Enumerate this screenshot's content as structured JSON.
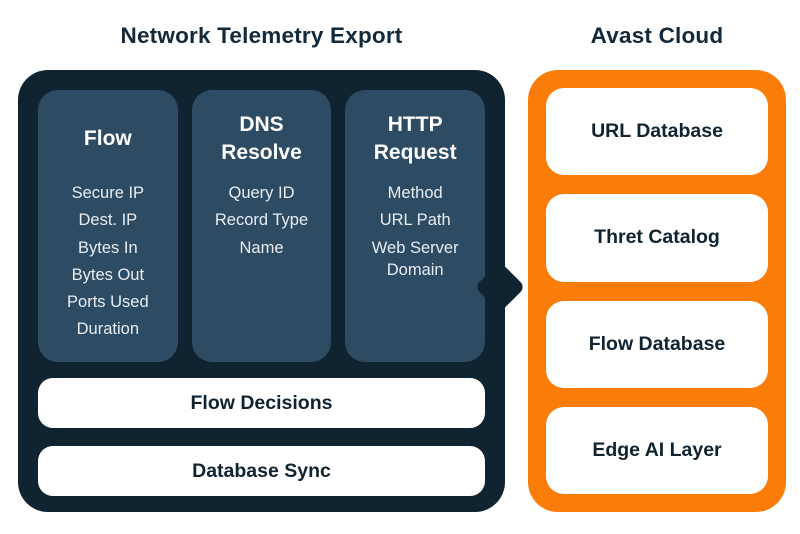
{
  "colors": {
    "background": "#ffffff",
    "panel_dark": "#0f2330",
    "column_blue": "#2d4b63",
    "panel_orange": "#fa7d0a",
    "box_white": "#ffffff",
    "title_text": "#13293a",
    "item_text": "#e8edf2"
  },
  "left_panel": {
    "title": "Network Telemetry Export",
    "columns": [
      {
        "heading": "Flow",
        "items": [
          "Secure IP",
          "Dest. IP",
          "Bytes In",
          "Bytes Out",
          "Ports Used",
          "Duration"
        ]
      },
      {
        "heading": "DNS\nResolve",
        "items": [
          "Query ID",
          "Record Type",
          "Name"
        ]
      },
      {
        "heading": "HTTP\nRequest",
        "items": [
          "Method",
          "URL Path",
          "Web Server\nDomain"
        ]
      }
    ],
    "bars": [
      "Flow Decisions",
      "Database Sync"
    ]
  },
  "right_panel": {
    "title": "Avast Cloud",
    "boxes": [
      "URL Database",
      "Thret Catalog",
      "Flow Database",
      "Edge AI Layer"
    ]
  }
}
